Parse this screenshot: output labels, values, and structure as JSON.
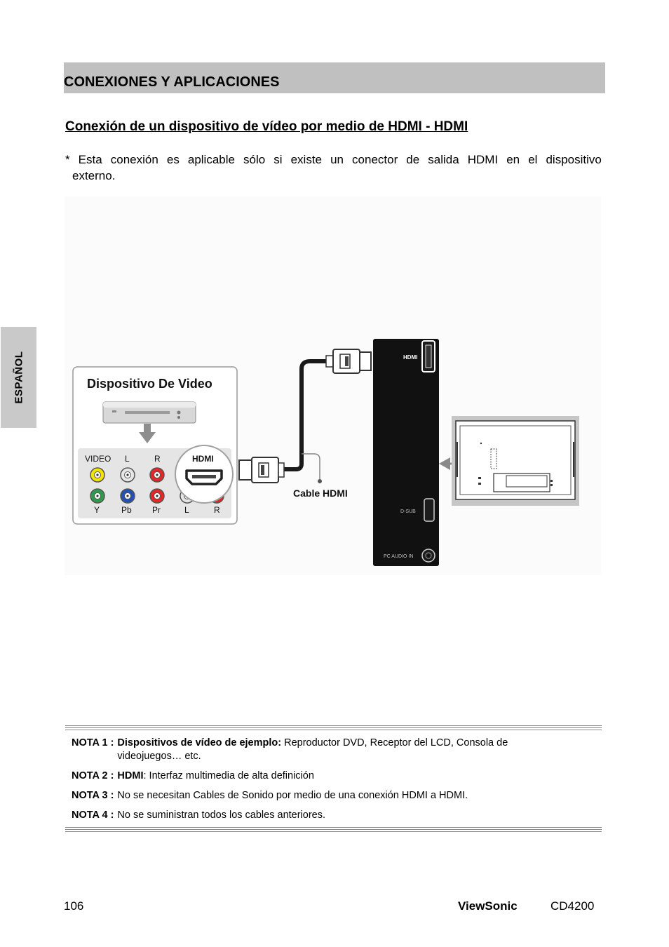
{
  "side_tab": "ESPAÑOL",
  "section_title": "CONEXIONES Y APLICACIONES",
  "subheading": "Conexión de un dispositivo de vídeo por medio de HDMI - HDMI",
  "intro": {
    "line1": "* Esta conexión es aplicable sólo si existe un conector de salida HDMI en el dispositivo",
    "line2": "externo."
  },
  "figure": {
    "device_title": "Dispositivo De Video",
    "jack_labels_top": [
      "VIDEO",
      "L",
      "R"
    ],
    "jack_labels_bottom": [
      "Y",
      "Pb",
      "Pr",
      "L",
      "R"
    ],
    "hdmi_port_label": "HDMI",
    "cable_label": "Cable HDMI",
    "panel_hdmi_label": "HDMI",
    "panel_dsub_label": "D-SUB",
    "panel_pc_audio_label": "PC AUDIO IN",
    "colors": {
      "video_yellow": "#f2e400",
      "white": "#e6e6e6",
      "red": "#e32626",
      "green": "#2e9a4a",
      "blue": "#2550b4",
      "panel_black": "#111111"
    }
  },
  "notes": [
    {
      "label": "NOTA 1 :",
      "bold": "Dispositivos de vídeo de ejemplo:",
      "text": " Reproductor DVD, Receptor del LCD, Consola de",
      "cont": "videojuegos… etc."
    },
    {
      "label": "NOTA 2 :",
      "bold": "HDMI",
      "text": ": Interfaz multimedia de alta definición",
      "cont": ""
    },
    {
      "label": "NOTA 3 :",
      "bold": "",
      "text": "No se necesitan Cables de Sonido por medio de una conexión HDMI a HDMI.",
      "cont": ""
    },
    {
      "label": "NOTA 4 :",
      "bold": "",
      "text": "No se suministran todos los cables anteriores.",
      "cont": ""
    }
  ],
  "footer": {
    "page_number": "106",
    "brand": "ViewSonic",
    "model": "CD4200"
  }
}
